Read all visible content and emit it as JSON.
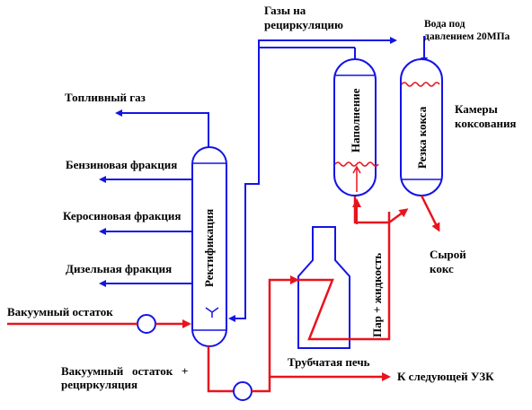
{
  "labels": {
    "gas_recycle": "Газы на\nрециркуляцию",
    "water": "Вода под\nдавлением 20МПа",
    "fuel_gas": "Топливный газ",
    "gasoline": "Бензиновая фракция",
    "kerosene": "Керосиновая фракция",
    "diesel": "Дизельная фракция",
    "vacuum_residue": "Вакуумный остаток",
    "vacuum_recycle": "Вакуумный   остаток   +\nрециркуляция",
    "rectification": "Ректификация",
    "filling": "Наполнение",
    "coke_cutting": "Резка кокса",
    "coking_chambers": "Камеры\nкоксования",
    "raw_coke": "Сырой\nкокс",
    "steam_liquid": "Пар + жидкость",
    "tube_furnace": "Трубчатая печь",
    "next_unit": "К следующей УЗК"
  },
  "colors": {
    "blue": "#1414e6",
    "red": "#e8141e",
    "black": "#000000"
  }
}
